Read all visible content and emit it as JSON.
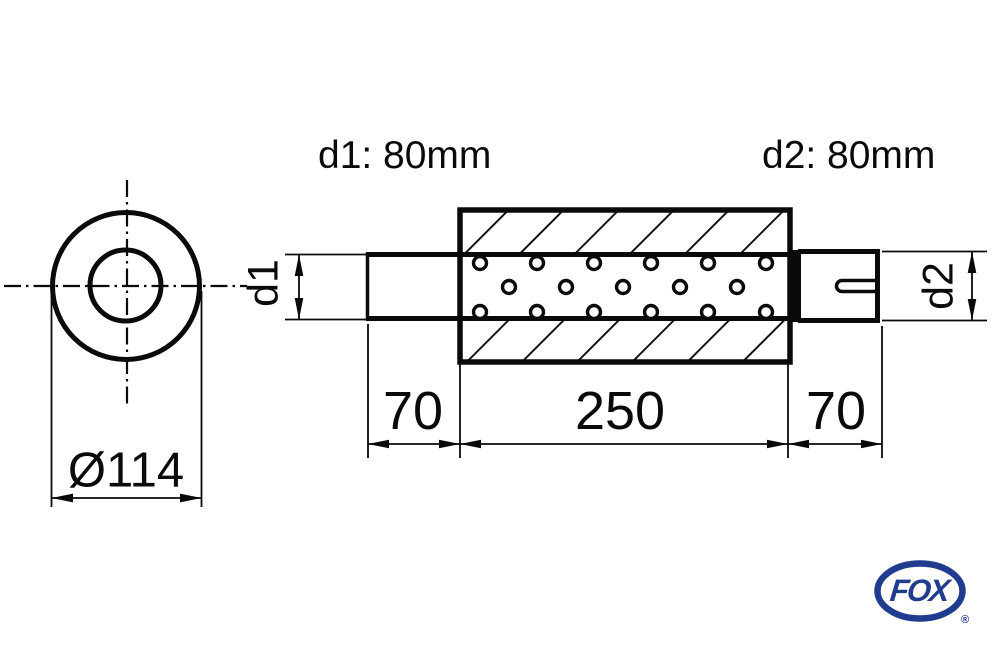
{
  "page": {
    "background": "#ffffff",
    "line_color": "#000000"
  },
  "annotations": {
    "d1_label": "d1: 80mm",
    "d2_label": "d2: 80mm"
  },
  "dimensions": {
    "front_diameter": "Ø114",
    "inlet_length": "70",
    "body_length": "250",
    "outlet_length": "70",
    "d1": "d1",
    "d2": "d2"
  },
  "logo": {
    "brand": "FOX",
    "registered": "®",
    "color": "#203c8f"
  }
}
